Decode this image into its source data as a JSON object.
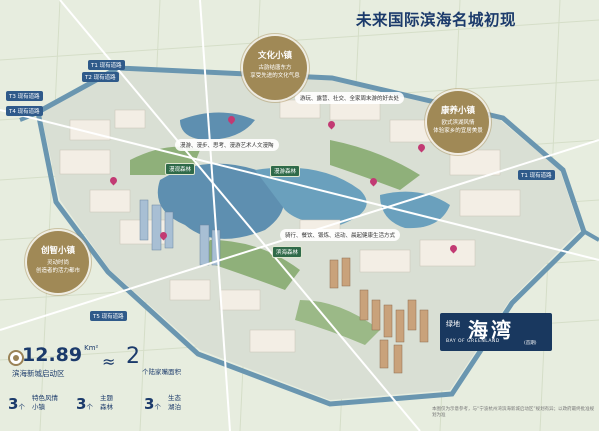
{
  "header": {
    "title": "未来国际滨海名城初现"
  },
  "callouts": {
    "culture": {
      "title": "文化小镇",
      "lines": [
        "古韵结唐东方",
        "享受先进的文化气息"
      ]
    },
    "health": {
      "title": "康养小镇",
      "lines": [
        "欧式滨湖风情",
        "体验家乡的宜居美景"
      ]
    },
    "innovation": {
      "title": "创智小镇",
      "lines": [
        "灵动时尚",
        "创造者的活力都市"
      ]
    }
  },
  "banners": {
    "top": "游玩、露营、社交、全家周末游的好去处",
    "mid_left": "漫游、漫步、思考、漫游艺术人文漫陶",
    "mid_right": "骑行、餐饮、锻炼、运动、晨起健康生活方式"
  },
  "forest_tags": [
    "漫观森林",
    "漫游森林",
    "滨海森林"
  ],
  "road_tags": [
    "T1 现有道路",
    "T2 现有道路",
    "T3 现有道路",
    "T4 现有道路",
    "T1 现有道路",
    "T5 现有道路"
  ],
  "stats": {
    "area_value": "12.89",
    "area_unit": "Km²",
    "area_label": "滨海新城启动区",
    "approx_symbol": "≈",
    "ratio_value": "2",
    "ratio_label": "个陆家嘴面积",
    "items": [
      {
        "value": "3",
        "unit": "个",
        "label": "特色风情\n小镇"
      },
      {
        "value": "3",
        "unit": "个",
        "label": "主题\n森林"
      },
      {
        "value": "3",
        "unit": "个",
        "label": "生态\n湖泊"
      }
    ]
  },
  "logo": {
    "prefix": "绿地",
    "name": "海湾",
    "sub": "BAY OF GREENLAND",
    "badge": "(首期)"
  },
  "footnote": "本图仅为示意参考，与“宁波杭州湾滨海新城启动区”规划有异；以政府最终批准规划为准",
  "colors": {
    "title": "#1b3a6b",
    "gold": "#a08956",
    "river": "#6a96b0",
    "forest_tag": "#2f6a49",
    "road_tag": "#2f5a8a",
    "pin": "#c23a73"
  }
}
